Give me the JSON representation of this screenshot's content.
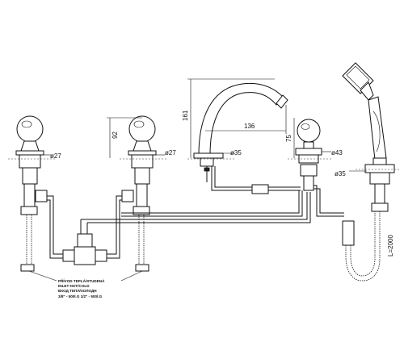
{
  "dimensions": {
    "left_valve_dia": "ø27",
    "right_valve_dia": "ø27",
    "valve_height": "92",
    "spout_height": "161",
    "spout_reach": "136",
    "spout_base_dia": "ø35",
    "diverter_height": "75",
    "diverter_dia": "ø43",
    "shower_holder_dia": "ø35",
    "hose_length": "L=2000"
  },
  "inlet_note": {
    "line1": "PŘÍVOD TEPLÁ/STUDENÁ",
    "line2": "INLET HOT/COLD",
    "line3": "ВХОД ТЕПЛ/ХОЛОДН",
    "line4": "3/8\" - 500l.G 1/2\" - 500l.G"
  }
}
